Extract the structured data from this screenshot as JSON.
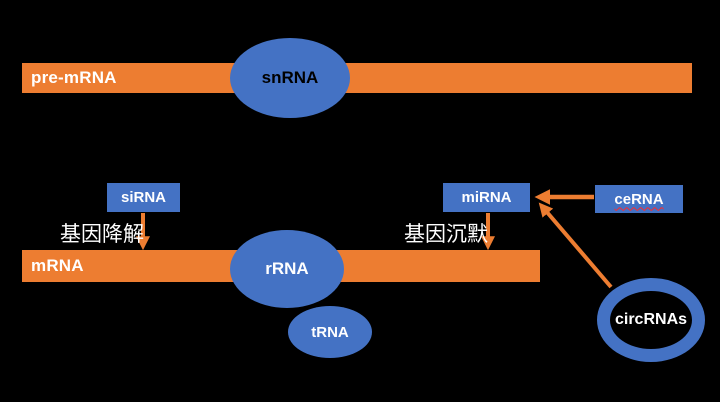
{
  "colors": {
    "background": "#000000",
    "bar_orange": "#ED7D31",
    "node_blue": "#4472C4",
    "arrow_orange": "#ED7D31",
    "text_white": "#FFFFFF",
    "snrna_text": "#000000",
    "spellcheck_red": "#FF2A2A"
  },
  "bars": {
    "pre_mrna": {
      "label": "pre-mRNA"
    },
    "mrna": {
      "label": "mRNA"
    }
  },
  "nodes": {
    "snrna": {
      "label": "snRNA",
      "shape": "ellipse"
    },
    "sirna": {
      "label": "siRNA",
      "shape": "rectangle"
    },
    "rrna": {
      "label": "rRNA",
      "shape": "ellipse"
    },
    "trna": {
      "label": "tRNA",
      "shape": "ellipse"
    },
    "mirna": {
      "label": "miRNA",
      "shape": "rectangle"
    },
    "cerna": {
      "label": "ceRNA",
      "shape": "rectangle",
      "spellcheck_underline": true
    },
    "circrnas": {
      "label": "circRNAs",
      "shape": "ring"
    }
  },
  "annotations": {
    "gene_degradation": "基因降解",
    "gene_silencing": "基因沉默"
  },
  "arrows": [
    {
      "from": "siRNA",
      "to": "mRNA",
      "annotation": "基因降解"
    },
    {
      "from": "miRNA",
      "to": "mRNA",
      "annotation": "基因沉默"
    },
    {
      "from": "ceRNA",
      "to": "miRNA",
      "annotation": ""
    },
    {
      "from": "circRNAs",
      "to": "miRNA",
      "annotation": ""
    }
  ]
}
